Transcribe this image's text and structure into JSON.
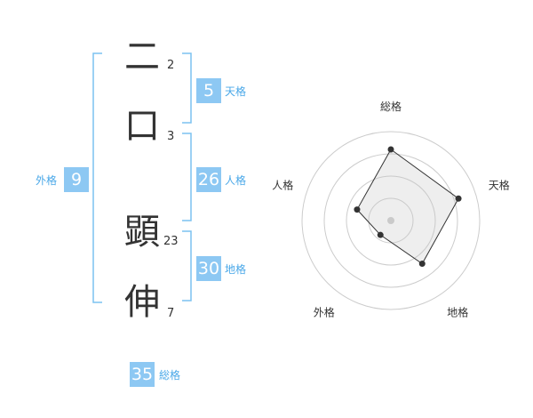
{
  "name": {
    "chars": [
      {
        "char": "二",
        "strokes": "2"
      },
      {
        "char": "口",
        "strokes": "3"
      },
      {
        "char": "顕",
        "strokes": "23"
      },
      {
        "char": "伸",
        "strokes": "7"
      }
    ]
  },
  "fortunes": {
    "ten": {
      "value": "5",
      "label": "天格"
    },
    "jin": {
      "value": "26",
      "label": "人格"
    },
    "chi": {
      "value": "30",
      "label": "地格"
    },
    "gai": {
      "value": "9",
      "label": "外格"
    },
    "sou": {
      "value": "35",
      "label": "総格"
    }
  },
  "colors": {
    "accent": "#8dc8f3",
    "bracket": "#7cc2f0",
    "label": "#4aa8e8"
  },
  "chart_data": {
    "type": "radar",
    "axes": [
      "総格",
      "天格",
      "地格",
      "外格",
      "人格"
    ],
    "values": [
      4,
      4,
      3,
      1,
      2
    ],
    "max": 5,
    "rings": 4
  }
}
